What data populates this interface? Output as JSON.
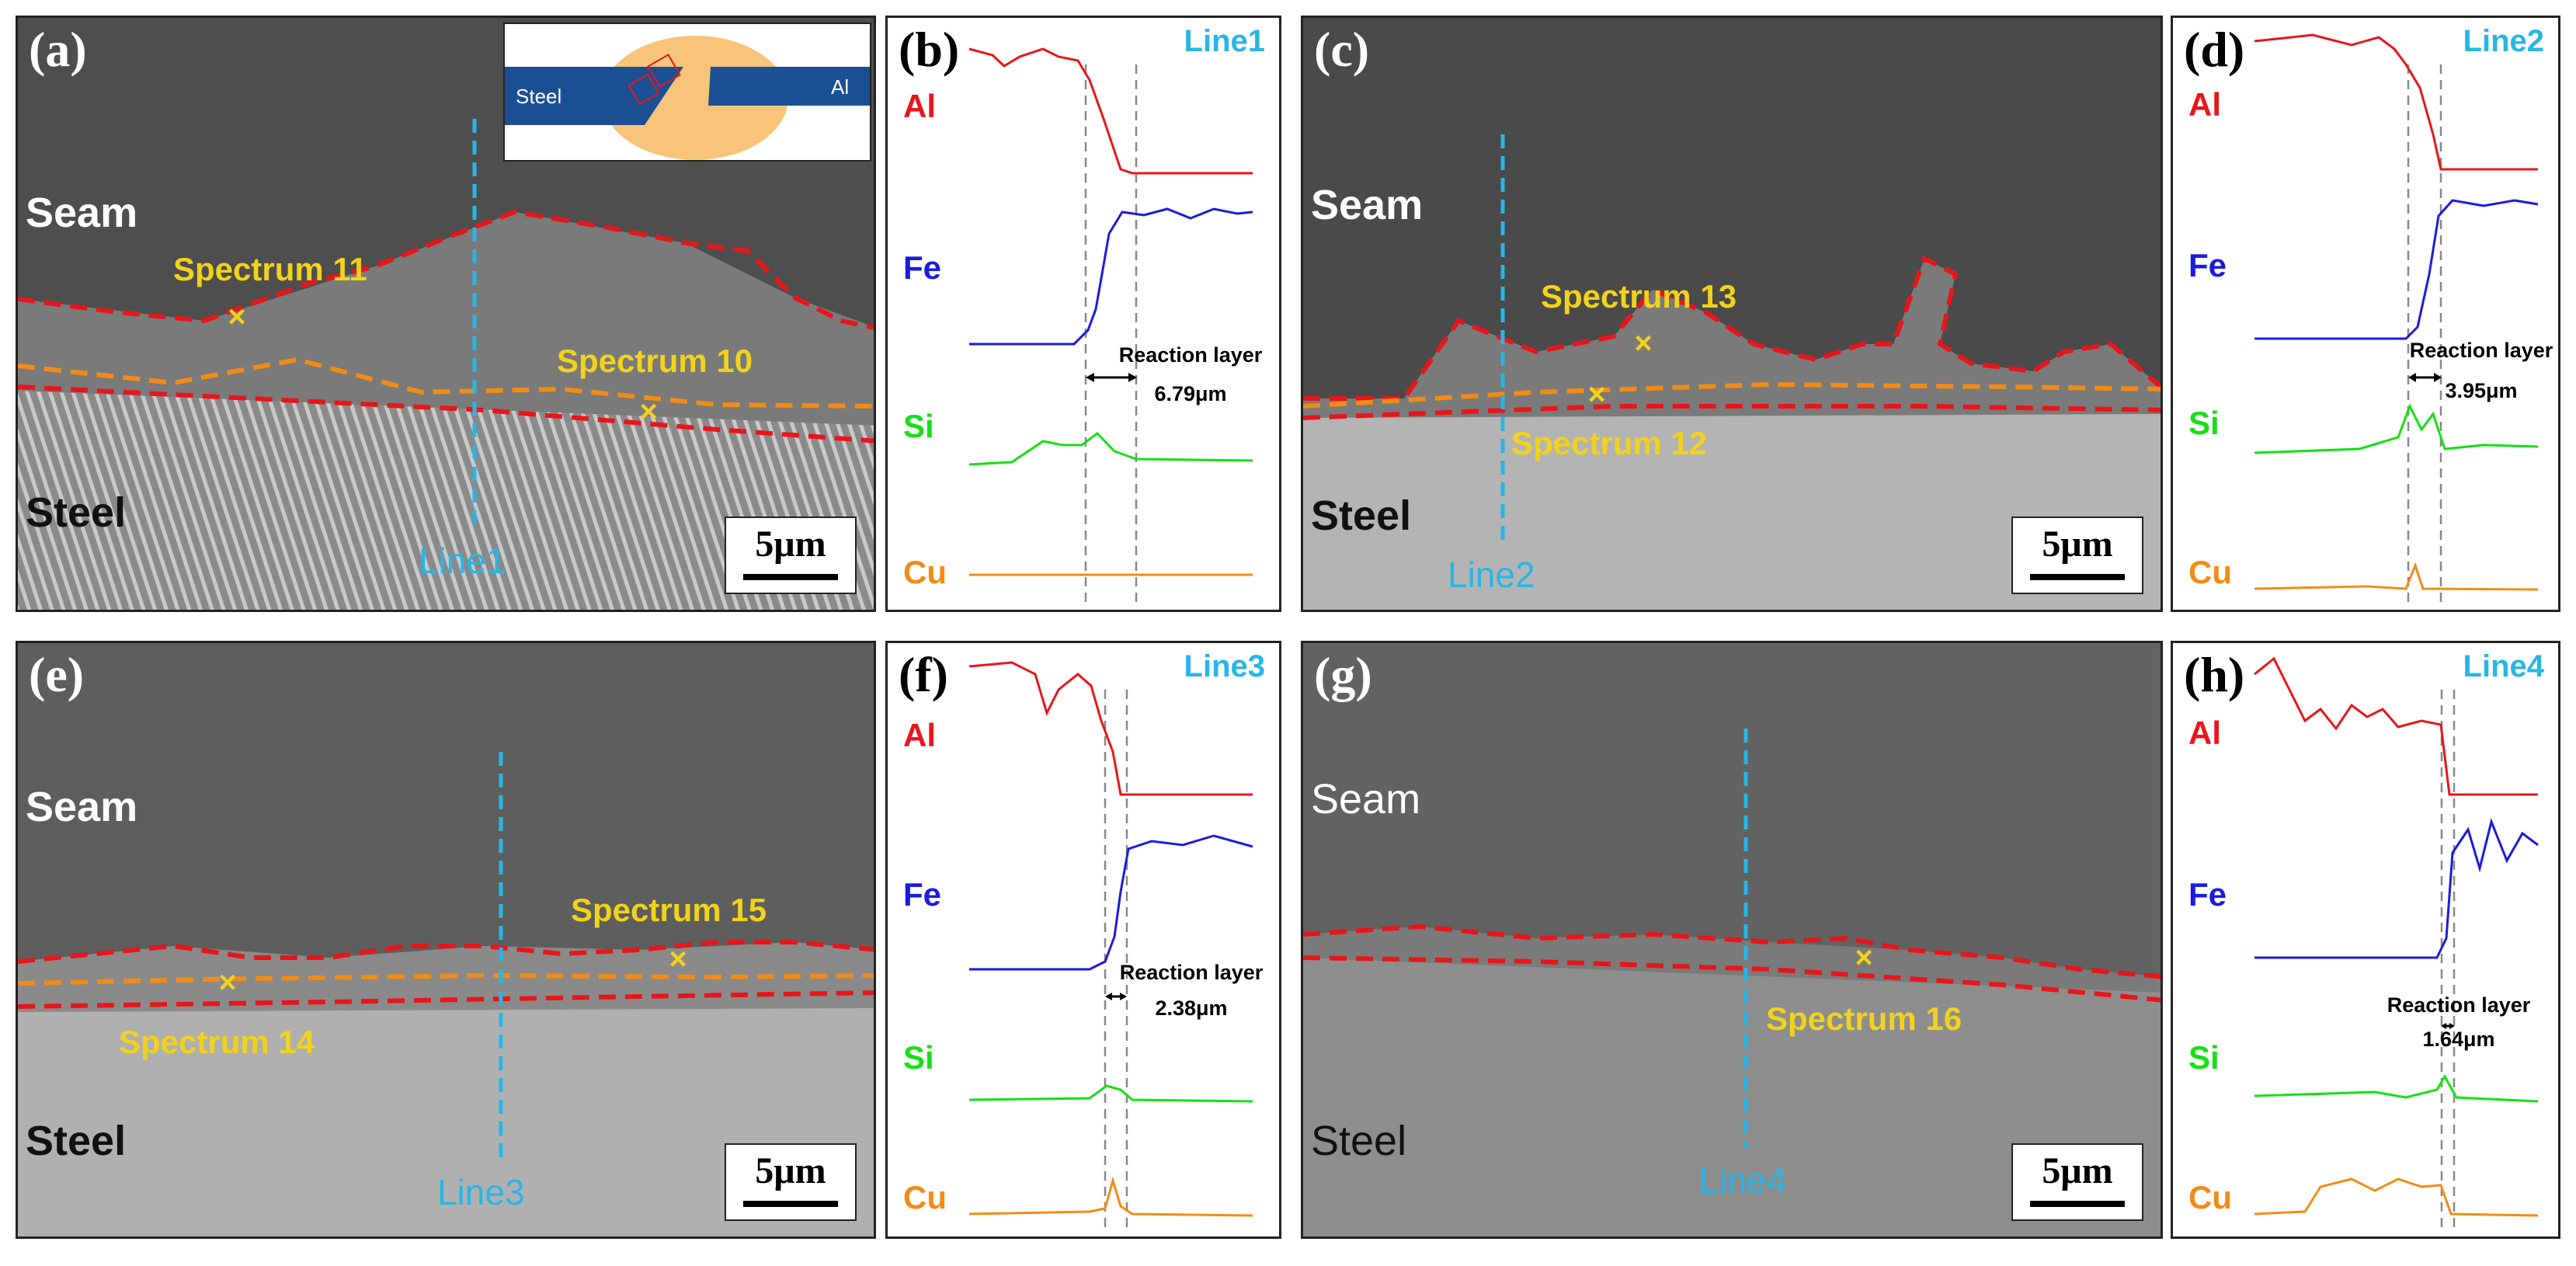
{
  "panels": {
    "a": {
      "label": "(a)",
      "seam": "Seam",
      "steel": "Steel",
      "spec1": "Spectrum 11",
      "spec2": "Spectrum 10",
      "line": "Line1",
      "scale": "5μm",
      "inset": {
        "left": "Steel",
        "right": "Al"
      }
    },
    "b": {
      "label": "(b)",
      "line": "Line1",
      "reaction_label": "Reaction layer",
      "thickness": "6.79μm"
    },
    "c": {
      "label": "(c)",
      "seam": "Seam",
      "steel": "Steel",
      "spec1": "Spectrum 13",
      "spec2": "Spectrum 12",
      "line": "Line2",
      "scale": "5μm"
    },
    "d": {
      "label": "(d)",
      "line": "Line2",
      "reaction_label": "Reaction layer",
      "thickness": "3.95μm"
    },
    "e": {
      "label": "(e)",
      "seam": "Seam",
      "steel": "Steel",
      "spec1": "Spectrum 15",
      "spec2": "Spectrum 14",
      "line": "Line3",
      "scale": "5μm"
    },
    "f": {
      "label": "(f)",
      "line": "Line3",
      "reaction_label": "Reaction layer",
      "thickness": "2.38μm"
    },
    "g": {
      "label": "(g)",
      "seam": "Seam",
      "steel": "Steel",
      "spec1": "Spectrum 16",
      "line": "Line4",
      "scale": "5μm"
    },
    "h": {
      "label": "(h)",
      "line": "Line4",
      "reaction_label": "Reaction layer",
      "thickness": "1.64μm"
    }
  },
  "elements": [
    "Al",
    "Fe",
    "Si",
    "Cu"
  ],
  "colors": {
    "Al": "#e8151b",
    "Fe": "#1b1be0",
    "Si": "#15e015",
    "Cu": "#f28c16",
    "boundary": "#e8151b",
    "layer": "#f28c16",
    "line": "#27b6e6",
    "spectrum": "#f2d21b"
  }
}
